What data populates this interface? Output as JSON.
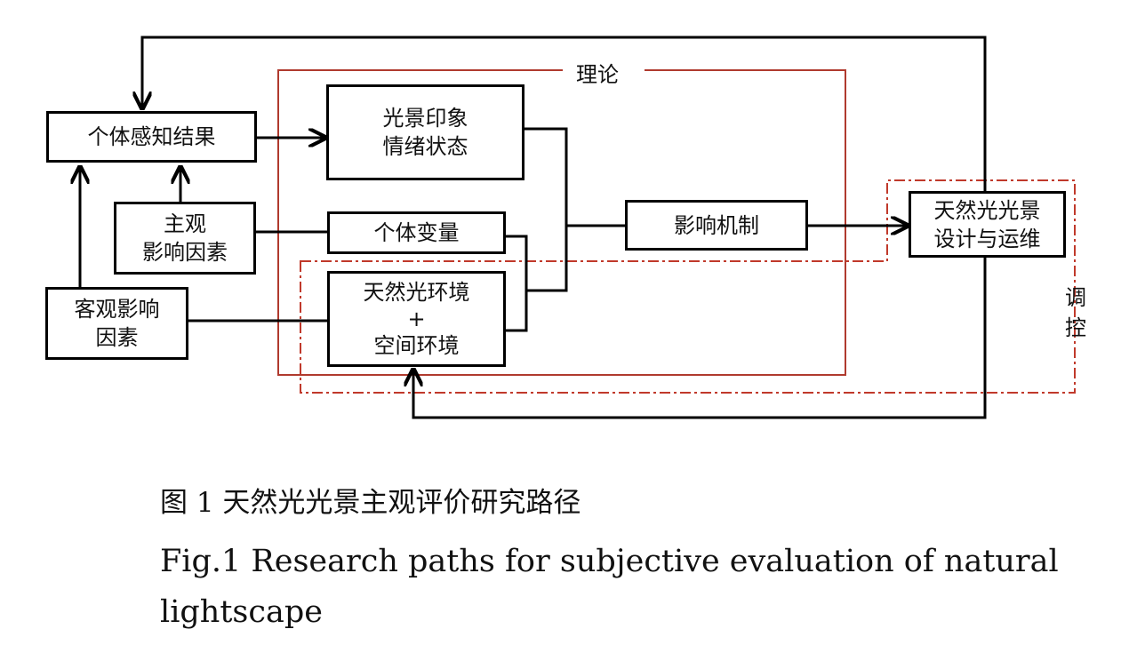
{
  "diagram": {
    "frames": {
      "theory_label": "理论",
      "control_label": [
        "调",
        "控"
      ]
    },
    "nodes": {
      "perception": [
        "个体感知结果"
      ],
      "subjective": [
        "主观",
        "影响因素"
      ],
      "objective": [
        "客观影响",
        "因素"
      ],
      "impression": [
        "光景印象",
        "情绪状态"
      ],
      "individual": [
        "个体变量"
      ],
      "environment": [
        "天然光环境",
        "+",
        "空间环境"
      ],
      "mechanism": [
        "影响机制"
      ],
      "design": [
        "天然光光景",
        "设计与运维"
      ]
    },
    "colors": {
      "frame_red": "#b03a2e",
      "stroke": "#000000"
    }
  },
  "caption": {
    "zh": "图 1  天然光光景主观评价研究路径",
    "en_line1": "Fig.1 Research paths for subjective evaluation of natural",
    "en_line2": "lightscape"
  }
}
